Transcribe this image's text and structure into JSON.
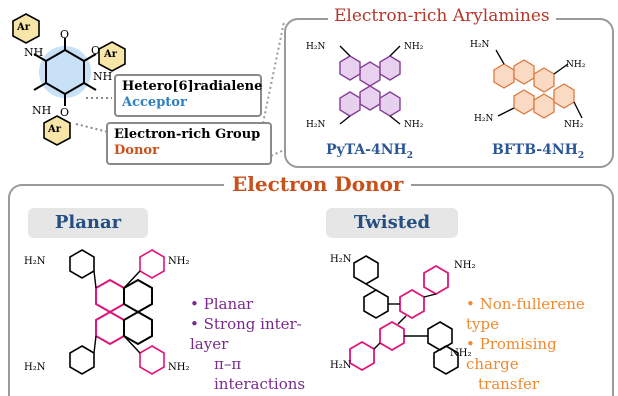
{
  "top": {
    "section_title": "Electron-rich Arylamines",
    "acceptor_box": {
      "line1": "Hetero[6]radialene",
      "line2": "Acceptor"
    },
    "donor_box": {
      "line1": "Electron-rich Group",
      "line2": "Donor"
    },
    "mol1": {
      "name": "PyTA-4NH",
      "sub": "2"
    },
    "mol2": {
      "name": "BFTB-4NH",
      "sub": "2"
    },
    "ar": "Ar",
    "atoms": {
      "nh": "NH",
      "o": "O",
      "nh2": "NH₂",
      "h2n": "H₂N"
    }
  },
  "bottom": {
    "section_title": "Electron Donor",
    "planar": {
      "label": "Planar",
      "bullets": [
        "• Planar",
        "• Strong inter-layer",
        "π–π interactions"
      ]
    },
    "twisted": {
      "label": "Twisted",
      "bullets": [
        "• Non-fullerene type",
        "• Promising charge",
        "transfer"
      ]
    }
  },
  "colors": {
    "acceptor_blue": "#2f7fc0",
    "donor_orange": "#c8501a",
    "title_red": "#b5372b",
    "purple": "#7a2a8e",
    "magenta": "#e0147a",
    "orange_text": "#f08a30",
    "ar_fill": "#f7e6a8"
  }
}
